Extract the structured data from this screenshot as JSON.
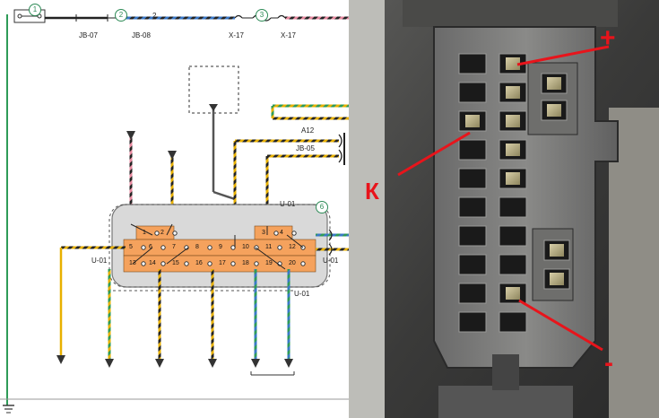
{
  "diagram": {
    "connectors": {
      "jb07": "JB-07",
      "jb08": "JB-08",
      "x17a": "X-17",
      "x17b": "X-17",
      "jb05": "JB-05",
      "a12": "A12",
      "u01_top": "U-01",
      "u01_left": "U-01",
      "u01_right": "U-01",
      "u01_bottom": "U-01"
    },
    "callouts": {
      "c1": "1",
      "c2": "2",
      "c3": "3",
      "c6": "6"
    },
    "wire_number": "2",
    "pins": [
      "1",
      "2",
      "3",
      "4",
      "5",
      "6",
      "7",
      "8",
      "9",
      "10",
      "11",
      "12",
      "13",
      "14",
      "15",
      "16",
      "17",
      "18",
      "19",
      "20"
    ]
  },
  "photo": {
    "plus_label": "+",
    "minus_label": "-",
    "k_label": "К"
  },
  "colors": {
    "connector_fill": "#f5a25d",
    "connector_body": "#d9d9d9",
    "marker_red": "#e8141b",
    "wire_yellow": "#e8b000",
    "wire_green": "#2e9b57",
    "wire_blue": "#3a78c8",
    "wire_pink": "#e88aa0"
  }
}
